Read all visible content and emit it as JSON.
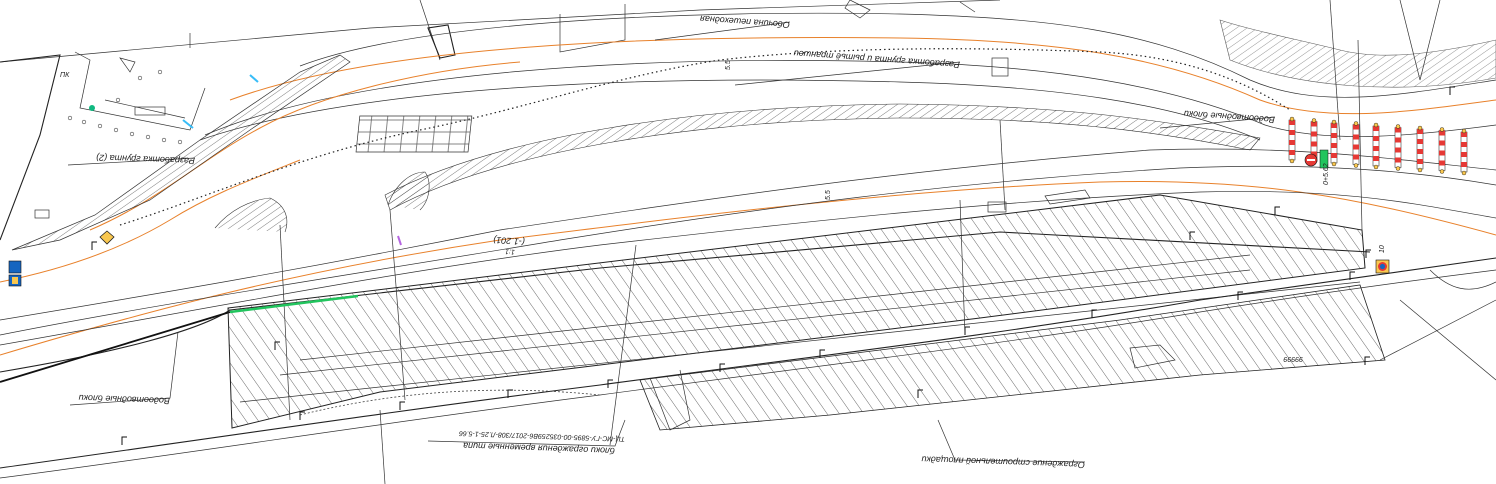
{
  "drawing": {
    "labels": {
      "pedestrian_path": "Обочина пешеходная",
      "bulk_soil_1": "Разработка грунта и рытьё траншеи",
      "water_fence_top": "Водоотводные блоки",
      "water_fence_left": "Водоотводные блоки",
      "bulk_soil_2": "Разработка грунта (2)",
      "protective_spec": "блоки ограждения временные типа",
      "protective_spec_code": "ТЦ-МС-ГУ-5895-00-035259В6-2017/308-Л.25-1-5.66",
      "fence_bottom": "Ограждение строительной площадки",
      "level_mark": "(-1.201)",
      "level_sub": "1:1",
      "dim_top": "5.5",
      "dim_mid": "5.5",
      "pole_tag": "10",
      "km_tag": "0+5.62",
      "survey_left": "ПК",
      "survey_right": "99999"
    },
    "colors": {
      "line": "#222222",
      "road_axis": "#e8812b",
      "barrier_red": "#e53935",
      "sign_blue": "#1565c0",
      "sign_yellow": "#f9c74f",
      "highlight_green": "#22c55e",
      "highlight_cyan": "#38bdf8",
      "highlight_purple": "#b565e0"
    }
  }
}
